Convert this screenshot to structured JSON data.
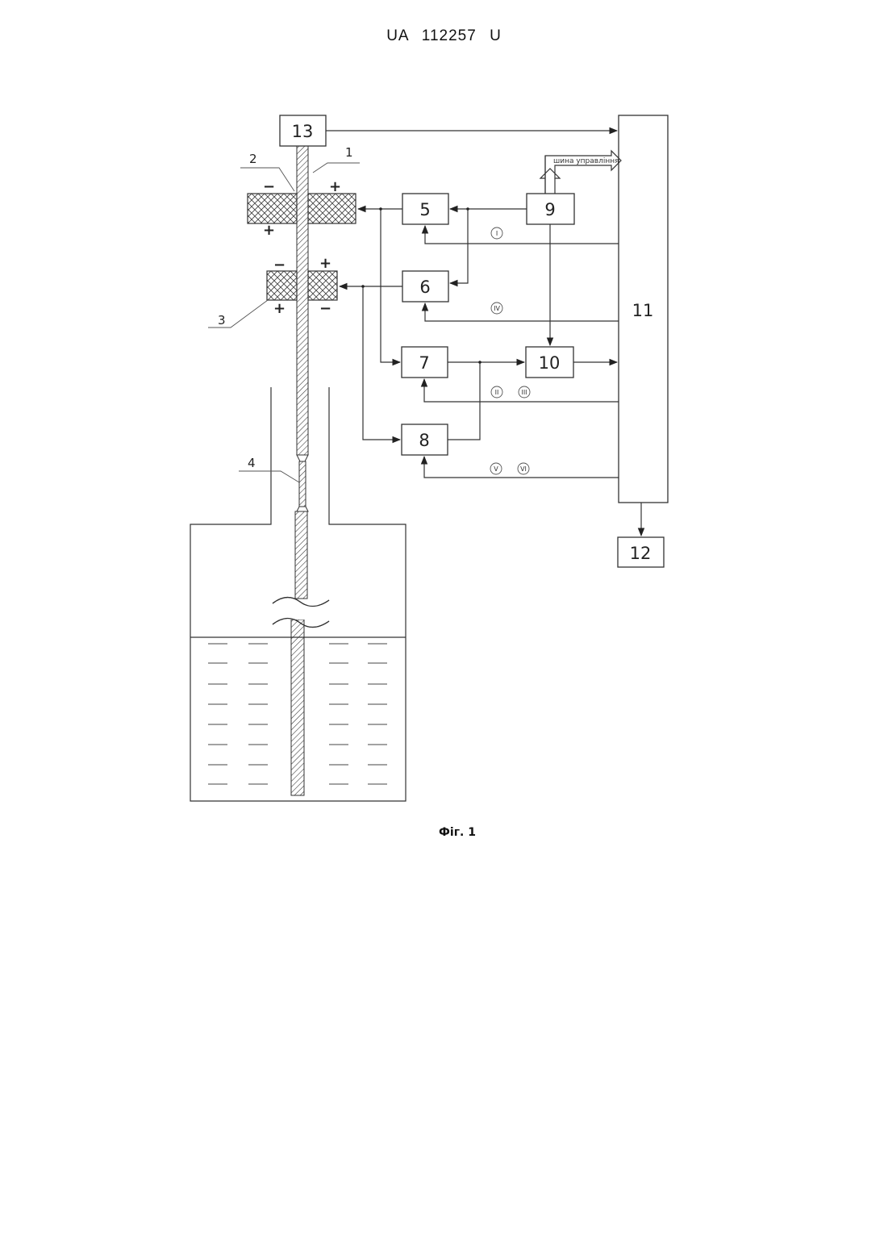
{
  "header": {
    "doc_number": "UA   112257   U"
  },
  "figure": {
    "caption": "Фіг. 1",
    "blocks": {
      "b13": "13",
      "b5": "5",
      "b6": "6",
      "b7": "7",
      "b8": "8",
      "b9": "9",
      "b10": "10",
      "b11": "11",
      "b12": "12"
    },
    "callouts": {
      "c1": "1",
      "c2": "2",
      "c3": "3",
      "c4": "4"
    },
    "signals": {
      "s1": "I",
      "s4": "IV",
      "s2": "II",
      "s3": "III",
      "s5": "V",
      "s6": "VI"
    },
    "bus_label": "шина управління",
    "polarity": {
      "plus": "+",
      "minus": "−"
    }
  }
}
